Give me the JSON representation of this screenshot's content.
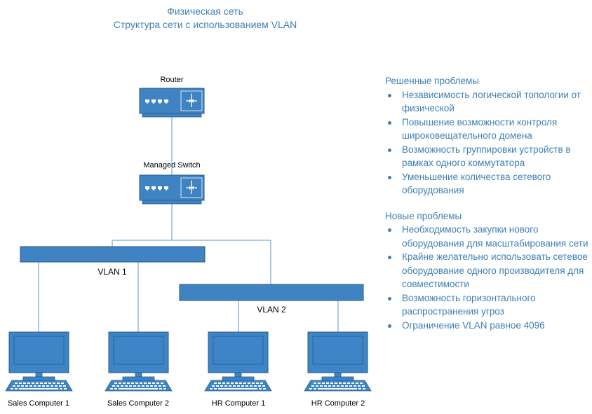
{
  "title": {
    "line1": "Физическая сеть",
    "line2": "Структура сети с использованием VLAN"
  },
  "devices": {
    "router": "Router",
    "switch": "Managed Switch",
    "computers": [
      "Sales Computer 1",
      "Sales Computer 2",
      "HR Computer 1",
      "HR Computer 2"
    ]
  },
  "vlans": {
    "vlan1": "VLAN 1",
    "vlan2": "VLAN 2"
  },
  "solved": {
    "heading": "Решенные проблемы",
    "items": [
      "Независимость логической топологии от физической",
      "Повышение возможности контроля широковещательного домена",
      "Возможность группировки устройств в рамках одного коммутатора",
      "Уменьшение количества сетевого оборудования"
    ]
  },
  "new_problems": {
    "heading": "Новые проблемы",
    "items": [
      "Необходимость закупки нового оборудования для масштабирования сети",
      "Крайне желательно использовать сетевое оборудование одного производителя для совместимости",
      "Возможность горизонтального распространения угроз",
      "Ограничение VLAN равное 4096"
    ]
  },
  "colors": {
    "device_fill": "#3f83c3",
    "device_stroke": "#2a5a8a",
    "line": "#5a9bd0",
    "screen": "#3d85c6",
    "text_accent": "#3f7fb3"
  }
}
